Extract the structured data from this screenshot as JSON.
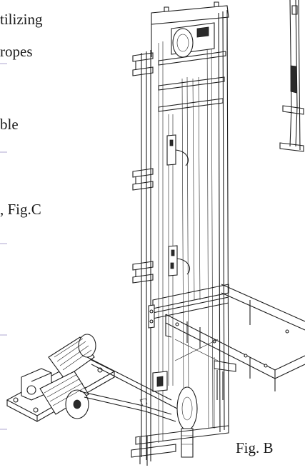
{
  "text_lines": [
    "tilizing",
    "ropes",
    "ble",
    ", Fig.C"
  ],
  "caption": "Fig. B"
}
